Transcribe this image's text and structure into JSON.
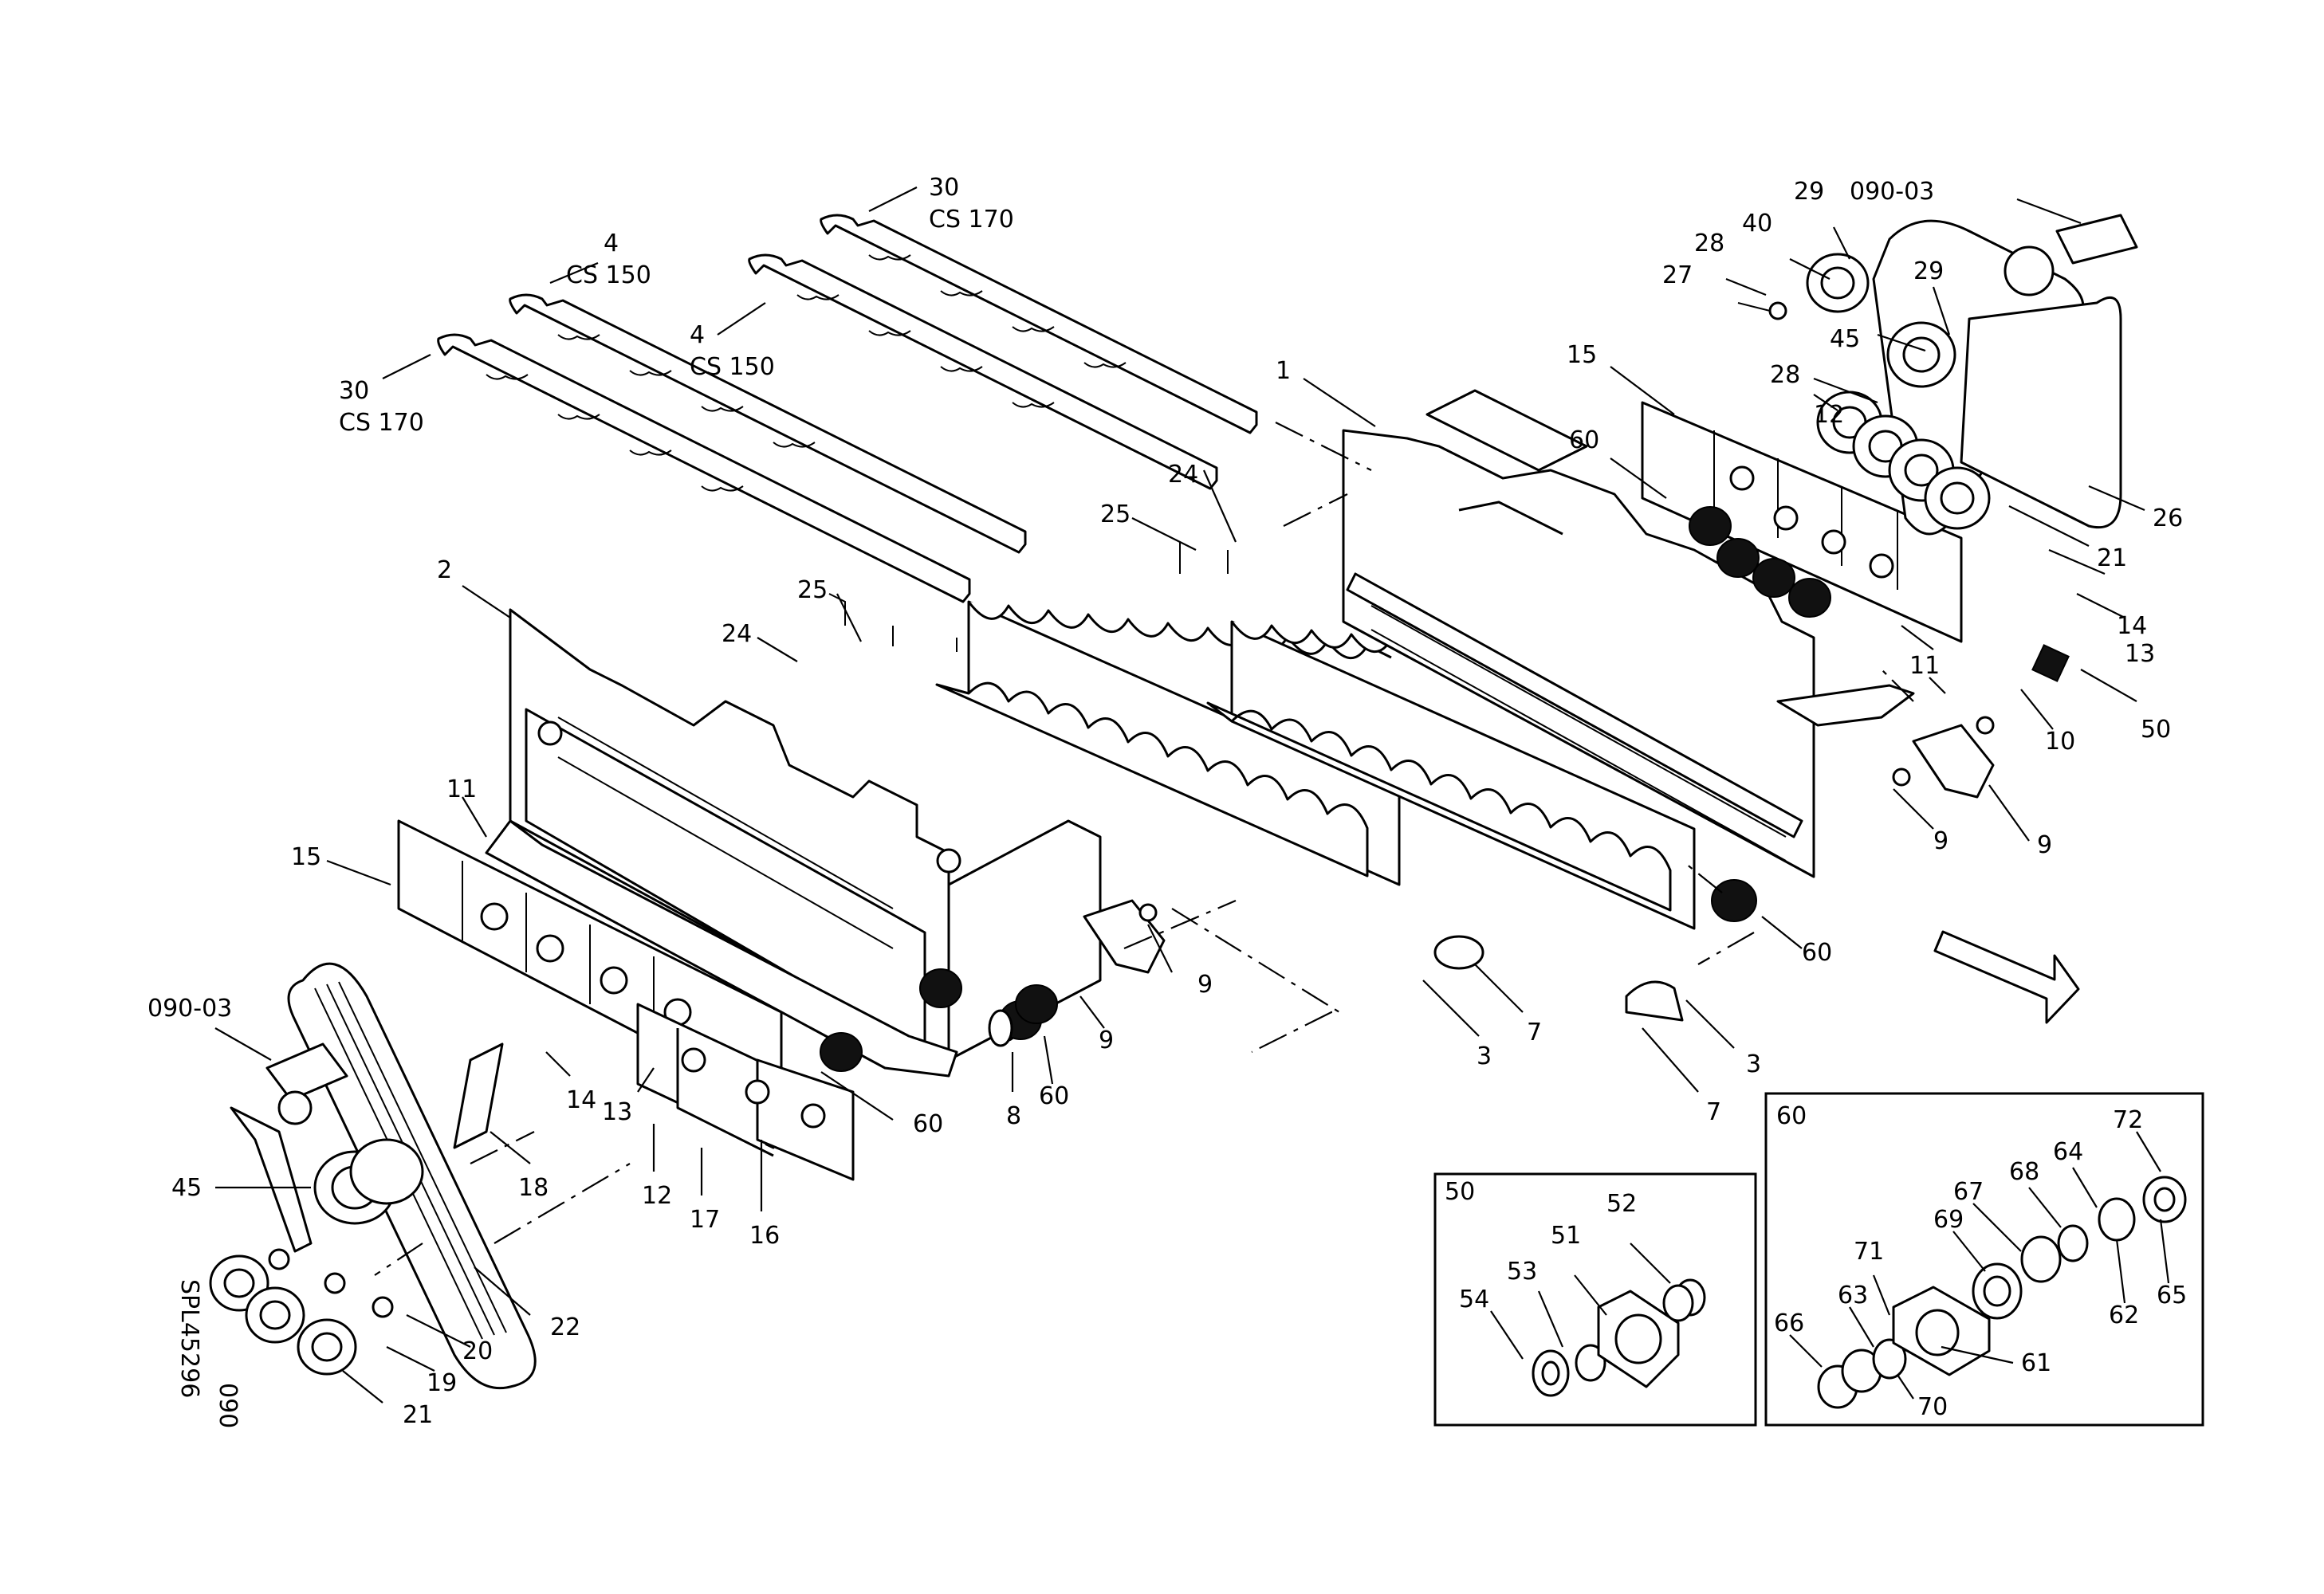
{
  "figure": {
    "side_code": "SPL45296",
    "side_section": "090",
    "arrow": "flow-direction-arrow"
  },
  "insets": [
    {
      "id": "inset-50",
      "title": "50"
    },
    {
      "id": "inset-60",
      "title": "60"
    }
  ],
  "callouts": [
    {
      "id": "c30-left",
      "lines": [
        "30",
        "CS 170"
      ]
    },
    {
      "id": "c4-left",
      "lines": [
        "4",
        "CS 150"
      ]
    },
    {
      "id": "c4-mid",
      "lines": [
        "4",
        "CS 150"
      ]
    },
    {
      "id": "c30-top",
      "lines": [
        "30",
        "CS 170"
      ]
    },
    {
      "id": "c24-left",
      "lines": [
        "24"
      ]
    },
    {
      "id": "c25-left",
      "lines": [
        "25"
      ]
    },
    {
      "id": "c24-right",
      "lines": [
        "24"
      ]
    },
    {
      "id": "c25-right",
      "lines": [
        "25"
      ]
    },
    {
      "id": "c2",
      "lines": [
        "2"
      ]
    },
    {
      "id": "c1",
      "lines": [
        "1"
      ]
    },
    {
      "id": "c11-left",
      "lines": [
        "11"
      ]
    },
    {
      "id": "c15-left",
      "lines": [
        "15"
      ]
    },
    {
      "id": "c090-left",
      "lines": [
        "090-03"
      ]
    },
    {
      "id": "c45-left",
      "lines": [
        "45"
      ]
    },
    {
      "id": "c13-left",
      "lines": [
        "13"
      ]
    },
    {
      "id": "c14-left",
      "lines": [
        "14"
      ]
    },
    {
      "id": "c12-left",
      "lines": [
        "12"
      ]
    },
    {
      "id": "c17",
      "lines": [
        "17"
      ]
    },
    {
      "id": "c16",
      "lines": [
        "16"
      ]
    },
    {
      "id": "c18",
      "lines": [
        "18"
      ]
    },
    {
      "id": "c20",
      "lines": [
        "20"
      ]
    },
    {
      "id": "c19",
      "lines": [
        "19"
      ]
    },
    {
      "id": "c21-left",
      "lines": [
        "21"
      ]
    },
    {
      "id": "c22",
      "lines": [
        "22"
      ]
    },
    {
      "id": "c60-left",
      "lines": [
        "60"
      ]
    },
    {
      "id": "c8",
      "lines": [
        "8"
      ]
    },
    {
      "id": "c60-mid",
      "lines": [
        "60"
      ]
    },
    {
      "id": "c9-mid",
      "lines": [
        "9"
      ]
    },
    {
      "id": "c9-left",
      "lines": [
        "9"
      ]
    },
    {
      "id": "c3-left",
      "lines": [
        "3"
      ]
    },
    {
      "id": "c7-left",
      "lines": [
        "7"
      ]
    },
    {
      "id": "c7-right",
      "lines": [
        "7"
      ]
    },
    {
      "id": "c3-right",
      "lines": [
        "3"
      ]
    },
    {
      "id": "c60-right-low",
      "lines": [
        "60"
      ]
    },
    {
      "id": "c9-right-a",
      "lines": [
        "9"
      ]
    },
    {
      "id": "c9-right-b",
      "lines": [
        "9"
      ]
    },
    {
      "id": "c10",
      "lines": [
        "10"
      ]
    },
    {
      "id": "c11-right",
      "lines": [
        "11"
      ]
    },
    {
      "id": "c50",
      "lines": [
        "50"
      ]
    },
    {
      "id": "c13-right",
      "lines": [
        "13"
      ]
    },
    {
      "id": "c14-right",
      "lines": [
        "14"
      ]
    },
    {
      "id": "c21-right",
      "lines": [
        "21"
      ]
    },
    {
      "id": "c26",
      "lines": [
        "26"
      ]
    },
    {
      "id": "c12-right",
      "lines": [
        "12"
      ]
    },
    {
      "id": "c15-right",
      "lines": [
        "15"
      ]
    },
    {
      "id": "c60-right-top",
      "lines": [
        "60"
      ]
    },
    {
      "id": "c28-low",
      "lines": [
        "28"
      ]
    },
    {
      "id": "c45-right",
      "lines": [
        "45"
      ]
    },
    {
      "id": "c27",
      "lines": [
        "27"
      ]
    },
    {
      "id": "c28-top",
      "lines": [
        "28"
      ]
    },
    {
      "id": "c40",
      "lines": [
        "40"
      ]
    },
    {
      "id": "c29-top",
      "lines": [
        "29"
      ]
    },
    {
      "id": "c29-mid",
      "lines": [
        "29"
      ]
    },
    {
      "id": "c090-right",
      "lines": [
        "090-03"
      ]
    },
    {
      "id": "c54",
      "lines": [
        "54"
      ]
    },
    {
      "id": "c53",
      "lines": [
        "53"
      ]
    },
    {
      "id": "c51",
      "lines": [
        "51"
      ]
    },
    {
      "id": "c52",
      "lines": [
        "52"
      ]
    },
    {
      "id": "c66",
      "lines": [
        "66"
      ]
    },
    {
      "id": "c63",
      "lines": [
        "63"
      ]
    },
    {
      "id": "c71",
      "lines": [
        "71"
      ]
    },
    {
      "id": "c69",
      "lines": [
        "69"
      ]
    },
    {
      "id": "c67",
      "lines": [
        "67"
      ]
    },
    {
      "id": "c68",
      "lines": [
        "68"
      ]
    },
    {
      "id": "c64",
      "lines": [
        "64"
      ]
    },
    {
      "id": "c72",
      "lines": [
        "72"
      ]
    },
    {
      "id": "c62",
      "lines": [
        "62"
      ]
    },
    {
      "id": "c65",
      "lines": [
        "65"
      ]
    },
    {
      "id": "c61",
      "lines": [
        "61"
      ]
    },
    {
      "id": "c70",
      "lines": [
        "70"
      ]
    }
  ]
}
